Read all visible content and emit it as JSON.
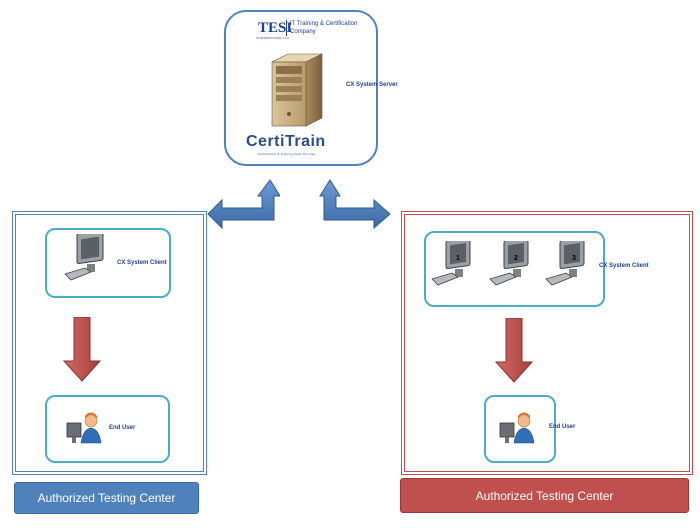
{
  "server": {
    "logo_text": "TESI",
    "logo_subtext": "INTERNATIONAL LLC",
    "tagline": "IT Training & Certification Company",
    "label": "CX System Server",
    "brand": "CertiTrain",
    "brand_tagline": "Certification & Training Tools Provider"
  },
  "left_center": {
    "client_label": "CX System Client",
    "user_label": "End User",
    "title": "Authorized Testing Center"
  },
  "right_center": {
    "client_numbers": [
      "1",
      "2",
      "3"
    ],
    "client_label": "CX System Client",
    "user_label": "End User",
    "title": "Authorized Testing Center"
  },
  "colors": {
    "blue": "#4f81bd",
    "red": "#c0504d",
    "teal": "#4bacc6"
  }
}
